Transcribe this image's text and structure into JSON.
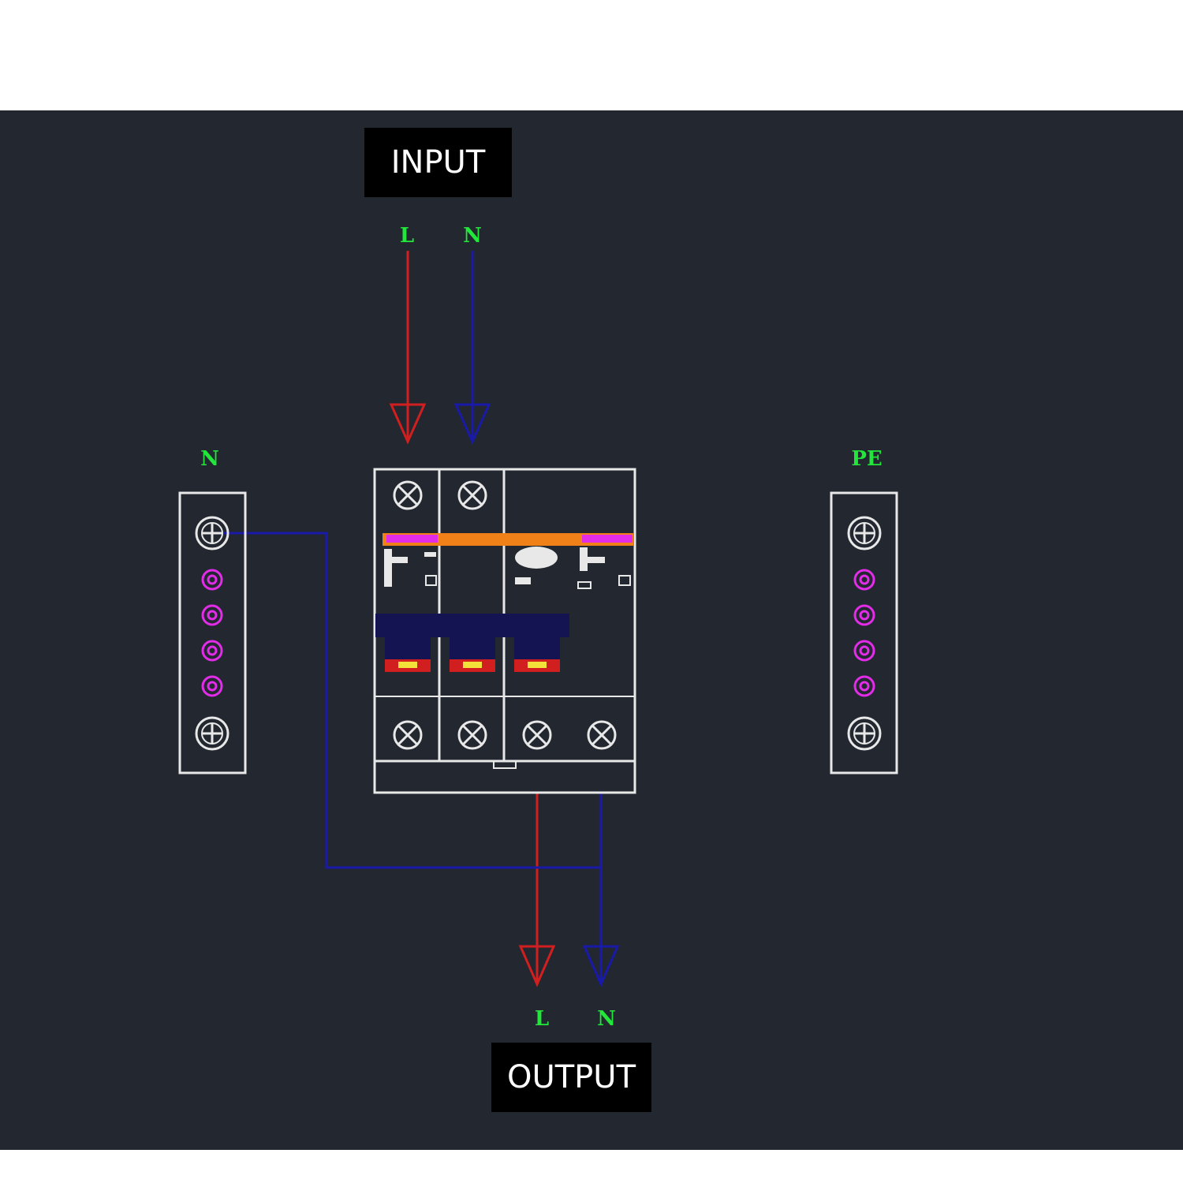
{
  "labels": {
    "input": "INPUT",
    "output": "OUTPUT",
    "input_l": "L",
    "input_n": "N",
    "output_l": "L",
    "output_n": "N",
    "neutral_bar": "N",
    "earth_bar": "PE"
  },
  "colors": {
    "background": "#222730",
    "line_wire": "#d11f1f",
    "neutral_wire": "#1a1aa8",
    "label_green": "#22e63a",
    "outline": "#e8e8e8",
    "handle": "#141452",
    "terminal_pink": "#e22ce8",
    "bar_orange": "#f08018",
    "bar_magenta": "#e22ce8"
  },
  "icons": {
    "terminal_screw": "cross-circle-icon",
    "arrow": "arrow-down-icon"
  }
}
